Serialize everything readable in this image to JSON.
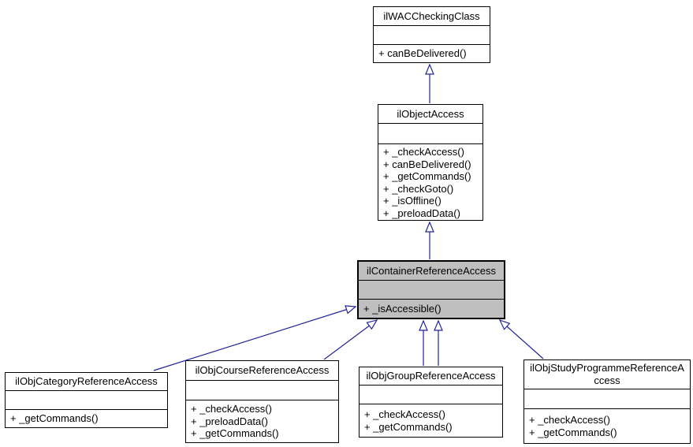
{
  "diagram": {
    "kind": "uml-inheritance-diagram",
    "colors": {
      "arrow": "#23239b",
      "highlight_fill": "#bfbfbf",
      "box_fill": "#ffffff",
      "border": "#000000",
      "background": "#ffffff"
    },
    "classes": [
      {
        "name": "ilWACCheckingClass",
        "highlighted": false,
        "methods": [
          "+ canBeDelivered()"
        ]
      },
      {
        "name": "ilObjectAccess",
        "highlighted": false,
        "methods": [
          "+ _checkAccess()",
          "+ canBeDelivered()",
          "+ _getCommands()",
          "+ _checkGoto()",
          "+ _isOffline()",
          "+ _preloadData()"
        ]
      },
      {
        "name": "ilContainerReferenceAccess",
        "highlighted": true,
        "methods": [
          "+ _isAccessible()"
        ]
      },
      {
        "name": "ilObjCategoryReferenceAccess",
        "highlighted": false,
        "methods": [
          "+ _getCommands()"
        ]
      },
      {
        "name": "ilObjCourseReferenceAccess",
        "highlighted": false,
        "methods": [
          "+ _checkAccess()",
          "+ _preloadData()",
          "+ _getCommands()"
        ]
      },
      {
        "name": "ilObjGroupReferenceAccess",
        "highlighted": false,
        "methods": [
          "+ _checkAccess()",
          "+ _getCommands()"
        ]
      },
      {
        "name": "ilObjStudyProgrammeReferenceAccess",
        "highlighted": false,
        "methods": [
          "+ _checkAccess()",
          "+ _getCommands()"
        ]
      }
    ],
    "relations": [
      {
        "from": "ilObjectAccess",
        "to": "ilWACCheckingClass",
        "type": "inheritance"
      },
      {
        "from": "ilContainerReferenceAccess",
        "to": "ilObjectAccess",
        "type": "inheritance"
      },
      {
        "from": "ilObjCategoryReferenceAccess",
        "to": "ilContainerReferenceAccess",
        "type": "inheritance"
      },
      {
        "from": "ilObjCourseReferenceAccess",
        "to": "ilContainerReferenceAccess",
        "type": "inheritance"
      },
      {
        "from": "ilObjGroupReferenceAccess",
        "to": "ilContainerReferenceAccess",
        "type": "inheritance"
      },
      {
        "from": "ilObjGroupReferenceAccess",
        "to": "ilContainerReferenceAccess",
        "type": "inheritance"
      },
      {
        "from": "ilObjStudyProgrammeReferenceAccess",
        "to": "ilContainerReferenceAccess",
        "type": "inheritance"
      }
    ]
  }
}
